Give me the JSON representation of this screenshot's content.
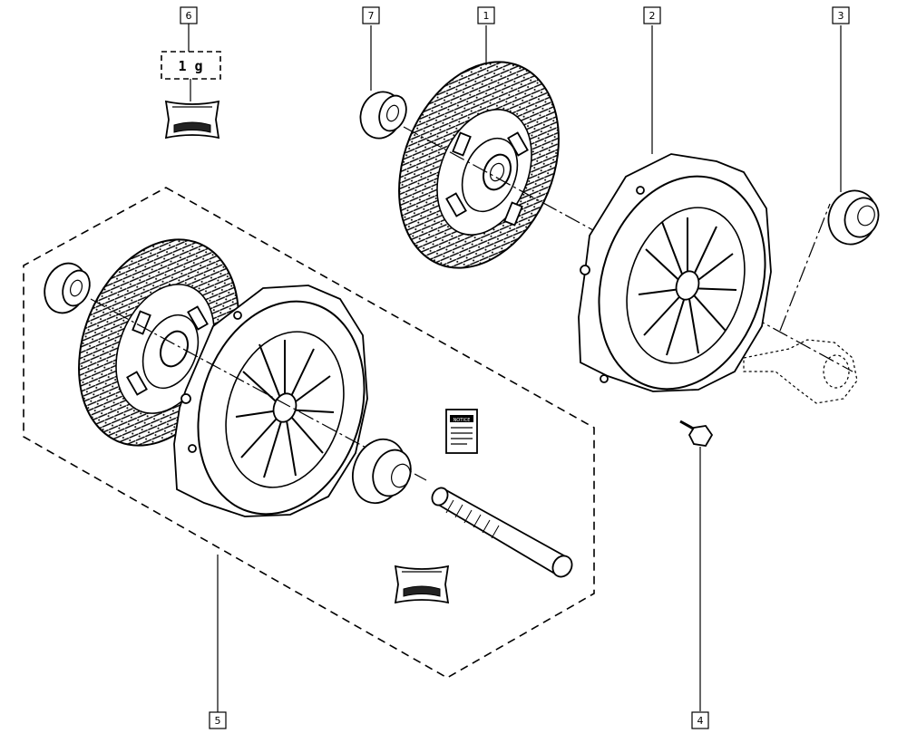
{
  "callouts": {
    "c1": "1",
    "c2": "2",
    "c3": "3",
    "c4": "4",
    "c5": "5",
    "c6": "6",
    "c7": "7"
  },
  "quantity_label": "1 g",
  "leaflet_text": "NOTICE"
}
